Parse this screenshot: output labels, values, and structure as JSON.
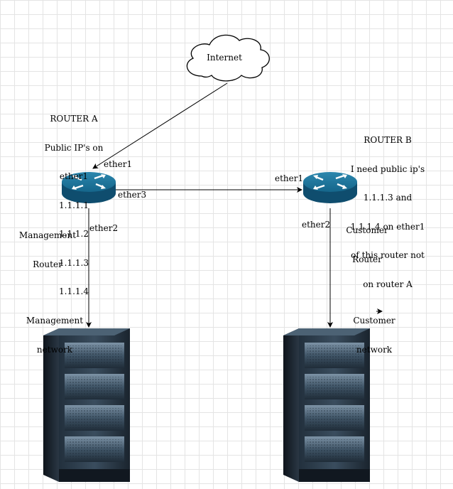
{
  "labels": {
    "internet": "Internet",
    "router_a_lines": [
      "ROUTER A",
      "Public IP's on",
      "ether1",
      "1.1.1.1",
      "1.1.1.2",
      "1.1.1.3",
      "1.1.1.4"
    ],
    "router_b_lines": [
      "ROUTER B",
      "I need public ip's",
      "1.1.1.3 and",
      "1.1.1.4 on ether1",
      "of this router not",
      "on router A"
    ],
    "mgmt_router": [
      "Management",
      "Router"
    ],
    "customer_router": [
      "Customer",
      "Router"
    ],
    "mgmt_network": [
      "Management",
      "network"
    ],
    "customer_network": [
      "Customer",
      "network"
    ],
    "a_ether1": "ether1",
    "a_ether3": "ether3",
    "a_ether2": "ether2",
    "b_ether1": "ether1",
    "b_ether2": "ether2"
  },
  "colors": {
    "router_top": "#1d6f94",
    "router_body": "#0f4d6e",
    "server_dark": "#1b2530",
    "server_light": "#5b7286",
    "line": "#000000"
  },
  "icons": [
    "cloud-icon",
    "router-icon",
    "server-rack-icon"
  ]
}
